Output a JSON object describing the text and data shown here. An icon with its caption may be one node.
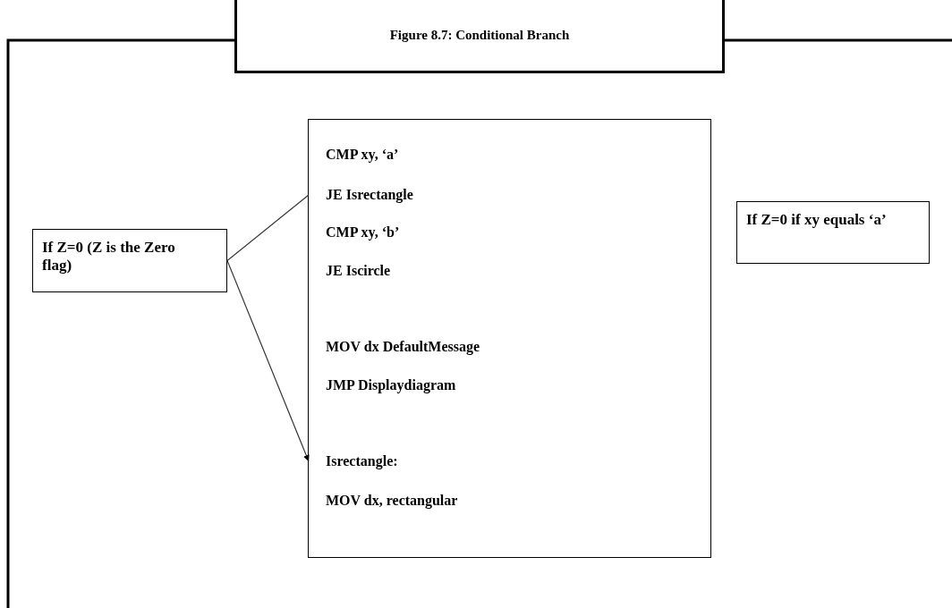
{
  "diagram": {
    "nodes": [
      {
        "text": [
          "Figure 8.7: Conditional Branch"
        ]
      },
      {
        "text": [
          "If Z=0 (Z is the Zero flag)"
        ]
      },
      {
        "text": [],
        "shape": "box"
      },
      {
        "text": [
          "CMP xy, ‘a’"
        ],
        "in": 2
      },
      {
        "text": [
          "JE Isrectangle"
        ],
        "in": 2
      },
      {
        "text": [
          "CMP xy, ‘b’"
        ],
        "in": 2
      },
      {
        "text": [
          "JE Iscircle"
        ],
        "in": 2
      },
      {
        "text": [
          "MOV dx DefaultMessage"
        ],
        "in": 2
      },
      {
        "text": [
          "JMP Displaydiagram"
        ],
        "in": 2
      },
      {
        "text": [
          "Isrectangle:"
        ],
        "in": 2
      },
      {
        "text": [
          "MOV dx, rectangular"
        ],
        "in": 2
      },
      {
        "text": [
          "If Z=0 if xy equals ‘a’"
        ]
      }
    ],
    "edges": [
      {
        "from": 1,
        "to": 4,
        "arrow": "none"
      },
      {
        "from": 1,
        "to": 9,
        "arrow": "to"
      }
    ]
  }
}
